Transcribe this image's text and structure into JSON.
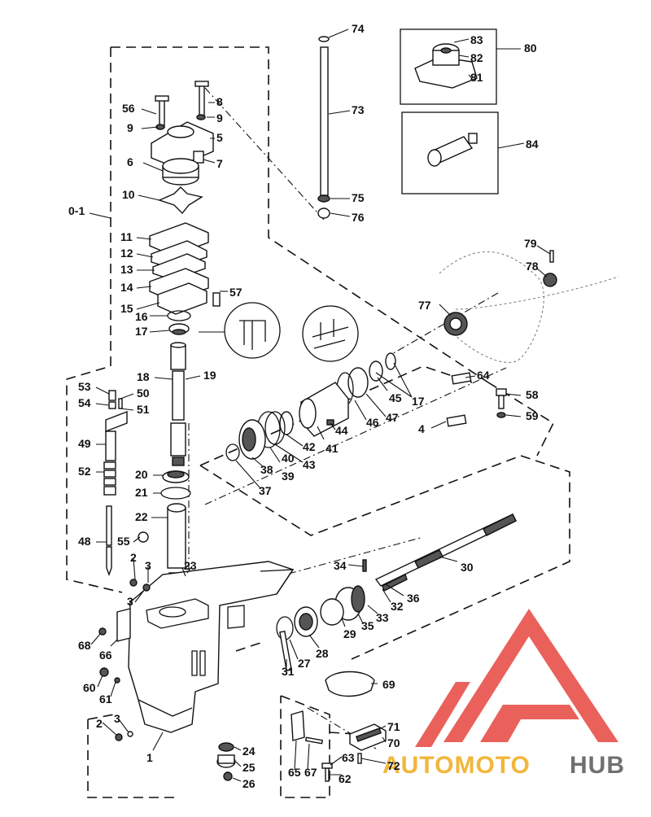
{
  "diagram": {
    "callouts": [
      "74",
      "73",
      "75",
      "76",
      "80",
      "83",
      "82",
      "81",
      "84",
      "56",
      "8",
      "9",
      "9",
      "5",
      "7",
      "6",
      "10",
      "0-1",
      "11",
      "12",
      "13",
      "14",
      "57",
      "15",
      "16",
      "17",
      "18",
      "19",
      "53",
      "50",
      "54",
      "51",
      "49",
      "52",
      "48",
      "55",
      "20",
      "21",
      "22",
      "23",
      "2",
      "3",
      "3",
      "68",
      "66",
      "60",
      "61",
      "2",
      "3",
      "1",
      "79",
      "78",
      "77",
      "64",
      "58",
      "59",
      "4",
      "17",
      "45",
      "47",
      "46",
      "44",
      "41",
      "42",
      "43",
      "40",
      "39",
      "38",
      "37",
      "30",
      "34",
      "36",
      "32",
      "33",
      "35",
      "29",
      "28",
      "27",
      "31",
      "69",
      "71",
      "70",
      "72",
      "63",
      "62",
      "65",
      "67",
      "24",
      "25",
      "26"
    ]
  },
  "logo": {
    "brand_part1": "AUTOMOTO",
    "brand_part2": "HUB",
    "colors": {
      "red": "#e8514a",
      "yellow": "#f2b63b",
      "grey": "#707070"
    }
  }
}
